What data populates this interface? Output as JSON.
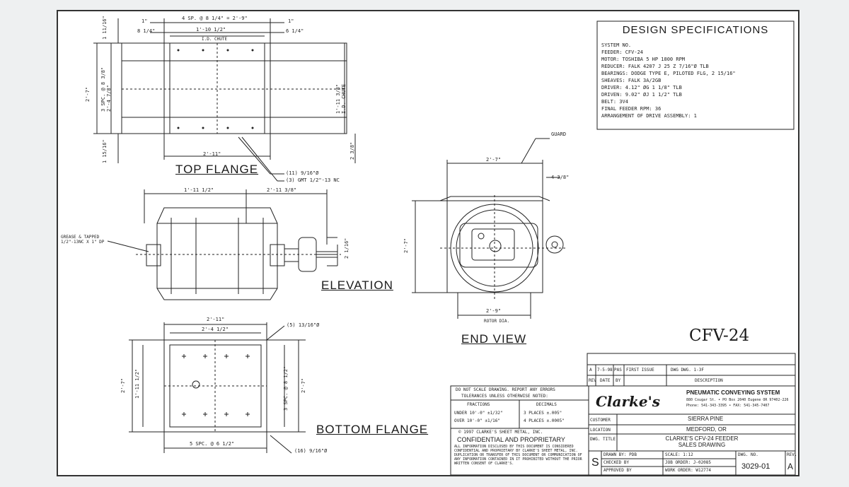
{
  "views": {
    "top_flange": "TOP FLANGE",
    "elevation": "ELEVATION",
    "end_view": "END VIEW",
    "bottom_flange": "BOTTOM FLANGE"
  },
  "model": "CFV-24",
  "design_specs": {
    "title": "DESIGN SPECIFICATIONS",
    "lines": [
      "SYSTEM NO.",
      "FEEDER:  CFV-24",
      "MOTOR:   TOSHIBA 5 HP 1800 RPM",
      "REDUCER: FALK 4207 J 25 Z 7/16\"Ø TLB",
      "BEARINGS: DODGE TYPE E, PILOTED FLG, 2 15/16\"",
      "SHEAVES: FALK 3A/2GB",
      "DRIVER:  4.12\" ØG 1 1/8\" TLB",
      "DRIVEN:  9.02\" ØJ 1 1/2\" TLB",
      "BELT:    3V4",
      "FINAL FEEDER RPM: 36",
      "ARRANGEMENT OF DRIVE ASSEMBLY: 1"
    ]
  },
  "dimensions": {
    "top_overall": "4 SP. @ 8 1/4\" = 2'-9\"",
    "top_inner": "1'-10 1/2\"",
    "top_inner_sub": "I.D. CHUTE",
    "top_left_1": "1\"",
    "top_left_2": "8 1/4\"",
    "top_right_1": "1\"",
    "top_right_2": "6 1/4\"",
    "top_side_1": "1 11/16\"",
    "top_side_2": "1 15/16\"",
    "top_height": "2'-7\"",
    "top_height_2": "3 SPC. @ 8 3/8\"\n2'-4 7/8\"",
    "top_right_height": "1'-11 3/8\"\nI.D. CHUTE",
    "top_right_small": "2 3/8\"",
    "top_bottom_width": "2'-11\"",
    "top_note_1": "(11) 9/16\"Ø",
    "top_note_2": "(3) GMT 1/2\"-13 NC",
    "elev_left": "1'-11 1/2\"",
    "elev_right": "2'-11 3/8\"",
    "elev_shaft": "2 1/16\"",
    "elev_note": "GREASE & TAPPED\n1/2\"-13NC X 1\" DP",
    "end_top": "2'-7\"",
    "end_small": "4 3/8\"",
    "end_left": "2'-7\"",
    "end_bottom": "2'-9\"",
    "end_bottom_sub": "ROTOR DIA.",
    "end_guard": "GUARD",
    "bot_overall": "2'-11\"",
    "bot_inner": "2'-4 1/2\"",
    "bot_note_top": "(5) 13/16\"Ø",
    "bot_left_height": "2'-7\"",
    "bot_left_inner": "1'-11 1/2\"",
    "bot_right_height": "2'-7\"",
    "bot_right_inner": "3 SPC. @ 8 1/2\"",
    "bot_bottom": "5 SPC. @ 6 1/2\"",
    "bot_note_bottom": "(16) 9/16\"Ø"
  },
  "revision": {
    "row": [
      "A",
      "7-5-98",
      "PAS",
      "FIRST ISSUE",
      "DWG DWG. 1-3F"
    ],
    "headers": [
      "REV",
      "DATE",
      "BY",
      "DESCRIPTION"
    ]
  },
  "tolerances": {
    "line1": "DO NOT SCALE DRAWING. REPORT ANY ERRORS",
    "line2": "TOLERANCES UNLESS OTHERWISE NOTED:",
    "fractions": "FRACTIONS",
    "decimals": "DECIMALS",
    "under": "UNDER 10'-0\"  ±1/32\"",
    "over": "OVER 10'-0\"   ±1/16\"",
    "dec1": "3 PLACES  ±.005\"",
    "dec2": "4 PLACES  ±.0005\"",
    "copyright": "© 1997 CLARKE'S SHEET METAL, INC.",
    "confidential": "CONFIDENTIAL AND PROPRIETARY",
    "conf_text": "ALL INFORMATION DISCLOSED BY THIS DOCUMENT IS CONSIDERED CONFIDENTIAL AND PROPRIETARY BY CLARKE'S SHEET METAL, INC. DUPLICATION OR TRANSFER OF THIS DOCUMENT OR COMMUNICATION OF ANY INFORMATION CONTAINED IN IT PROHIBITED WITHOUT THE PRIOR WRITTEN CONSENT OF CLARKE'S."
  },
  "company": {
    "logo": "Clarke's",
    "name": "PNEUMATIC CONVEYING SYSTEM",
    "address": "880 Cougar St. • PO Box 2040 Eugene OR 97402-226",
    "phone": "Phone: 541-343-3395 • FAX: 541-345-7407"
  },
  "title_block": {
    "customer_label": "CUSTOMER",
    "customer": "SIERRA PINE",
    "location_label": "LOCATION",
    "location": "MEDFORD, OR",
    "dwg_title_label": "DWG. TITLE",
    "dwg_title": "CLARKE'S CFV-24 FEEDER\nSALES DRAWING",
    "size": "S",
    "drawn_by": "DRAWN BY: PDB",
    "checked_by": "CHECKED BY",
    "approved_by": "APPROVED BY",
    "scale": "SCALE: 1:12",
    "job_order": "JOB ORDER: J-02085",
    "work_order": "WORK ORDER: W12774",
    "dwg_no_label": "DWG. NO.",
    "dwg_no": "3029-01",
    "rev_label": "REV.",
    "rev": "A"
  },
  "colors": {
    "ink": "#222222",
    "paper": "#ffffff",
    "background": "#eef0f1"
  }
}
